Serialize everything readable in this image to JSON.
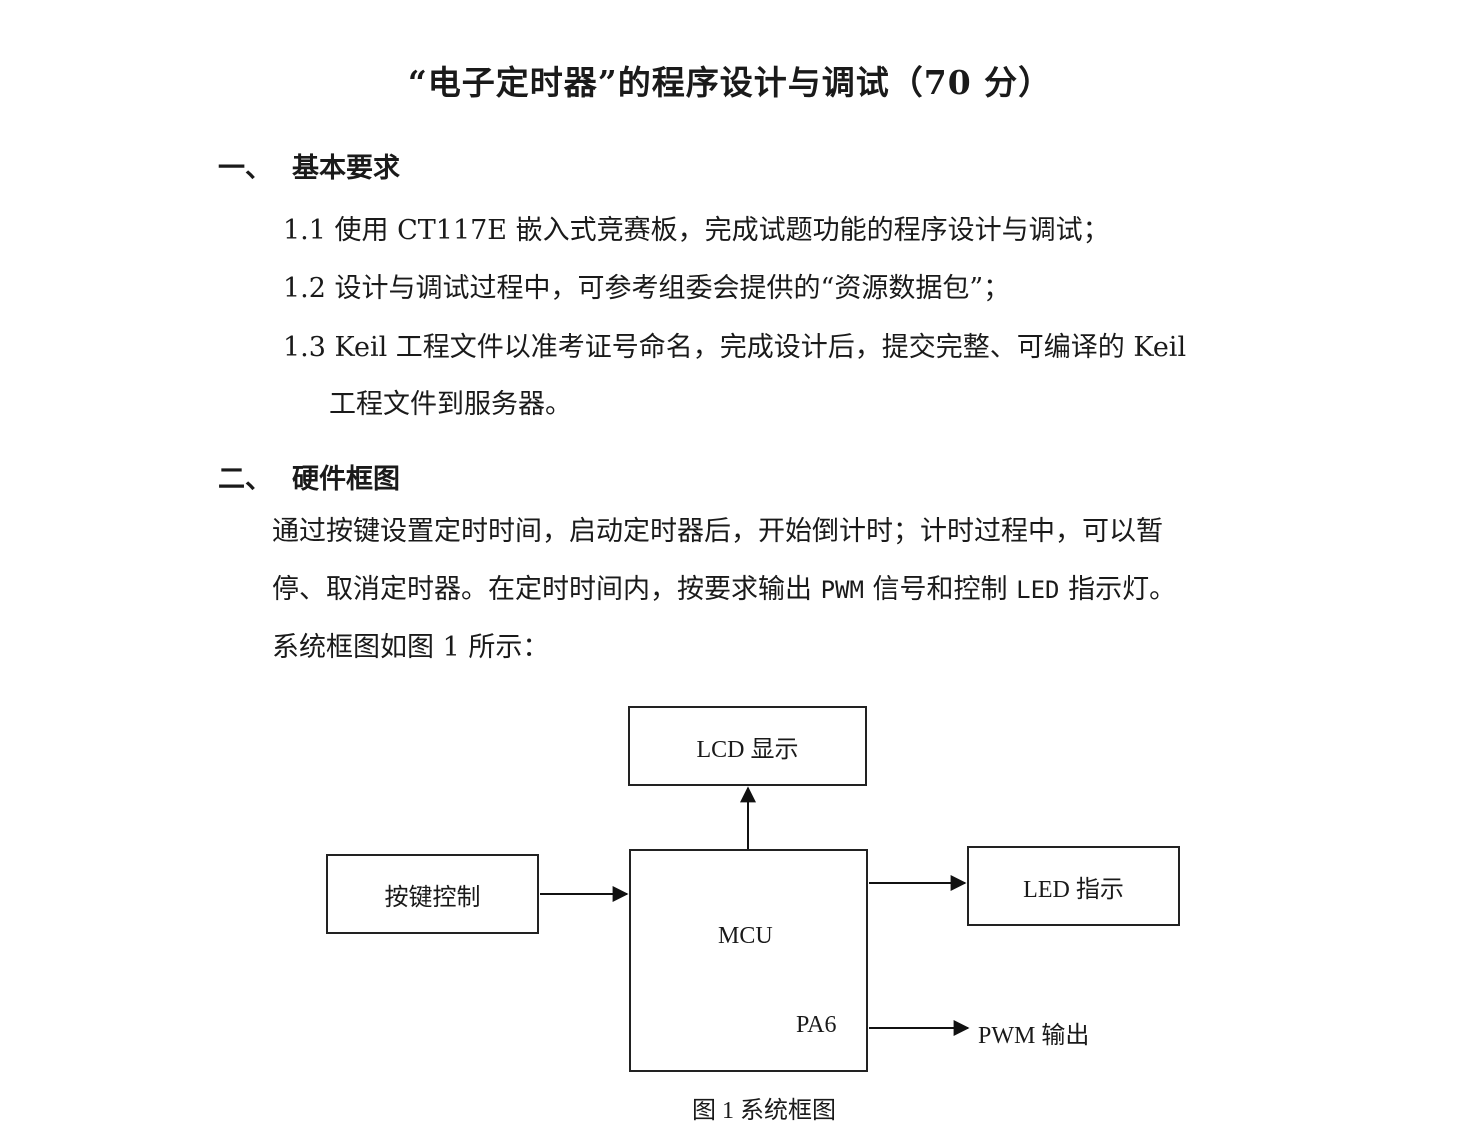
{
  "title": "“电子定时器”的程序设计与调试（70 分）",
  "section1": {
    "num": "一、",
    "heading": "基本要求",
    "items": [
      "1.1 使用 CT117E 嵌入式竞赛板，完成试题功能的程序设计与调试；",
      "1.2 设计与调试过程中，可参考组委会提供的“资源数据包”；",
      "1.3 Keil 工程文件以准考证号命名，完成设计后，提交完整、可编译的 Keil",
      "工程文件到服务器。"
    ]
  },
  "section2": {
    "num": "二、",
    "heading": "硬件框图",
    "para": {
      "line1": "通过按键设置定时时间，启动定时器后，开始倒计时；计时过程中，可以暂",
      "line2_a": "停、取消定时器。在定时时间内，按要求输出 ",
      "line2_pwm": "PWM",
      "line2_b": " 信号和控制 ",
      "line2_led": "LED",
      "line2_c": " 指示灯。",
      "line3": "系统框图如图 1 所示："
    }
  },
  "diagram": {
    "lcd": "LCD 显示",
    "keys": "按键控制",
    "mcu": "MCU",
    "pin": "PA6",
    "led": "LED 指示",
    "pwm": "PWM 输出",
    "caption": "图 1  系统框图"
  }
}
